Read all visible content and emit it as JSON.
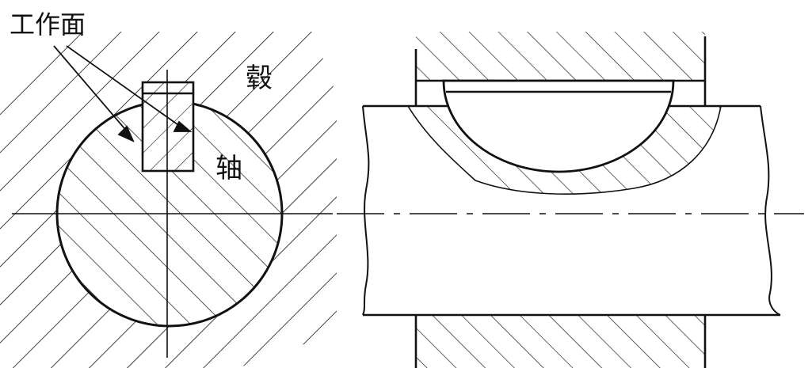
{
  "labels": {
    "working_face": "工作面",
    "hub": "毂",
    "shaft": "轴"
  },
  "colors": {
    "stroke": "#111111",
    "background": "#ffffff"
  }
}
